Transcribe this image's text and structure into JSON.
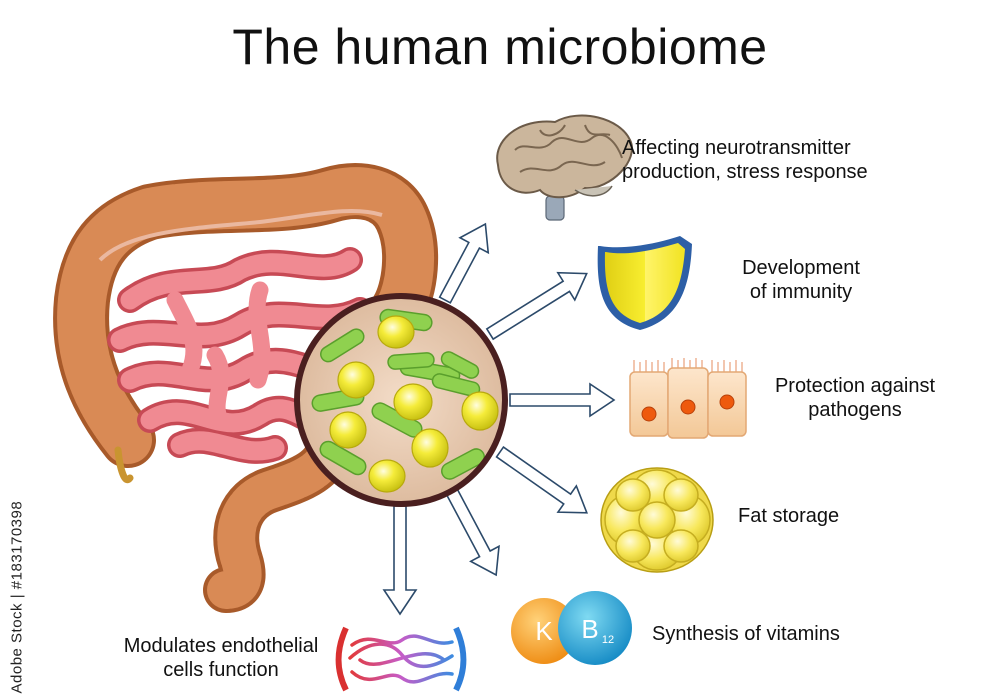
{
  "title": "The human microbiome",
  "labels": {
    "neurotransmitter": [
      "Affecting neurotransmitter",
      "production, stress response"
    ],
    "immunity": [
      "Development",
      "of immunity"
    ],
    "pathogens": [
      "Protection against",
      "pathogens"
    ],
    "fat": "Fat storage",
    "vitamins": "Synthesis of vitamins",
    "endothelial": [
      "Modulates endothelial",
      "cells function"
    ]
  },
  "vitamin_letters": {
    "k": "K",
    "b": "B",
    "b_sub": "12"
  },
  "watermark": "Adobe Stock | #183170398"
}
